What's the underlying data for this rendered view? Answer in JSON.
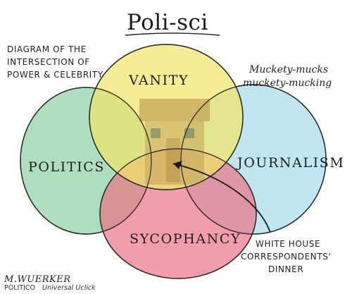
{
  "title": "Poli-sci",
  "subtitle_note": {
    "line1": "DIAGRAM OF THE",
    "line2": "INTERSECTION OF",
    "line3": "POWER & CELEBRITY"
  },
  "circles": {
    "vanity": "VANITY",
    "politics": "POLITICS",
    "journalism": "JOURNALISM",
    "sycophancy": "SYCOPHANCY"
  },
  "side_note": {
    "line1": "Muckety-mucks",
    "line2": "muckety-mucking"
  },
  "pointer_label": {
    "line1": "WHITE HOUSE",
    "line2": "CORRESPONDENTS'",
    "line3": "DINNER"
  },
  "credit": {
    "signature": "M.WUERKER",
    "publisher": "POLITICO",
    "syndicate": "Universal Uclick"
  },
  "colors": {
    "vanity": "#f1e46a",
    "politics": "#8ed3a6",
    "journalism": "#a8dcec",
    "sycophancy": "#ec6e82",
    "center_shape": "#c4a25a",
    "ink": "#1d1d1d"
  }
}
